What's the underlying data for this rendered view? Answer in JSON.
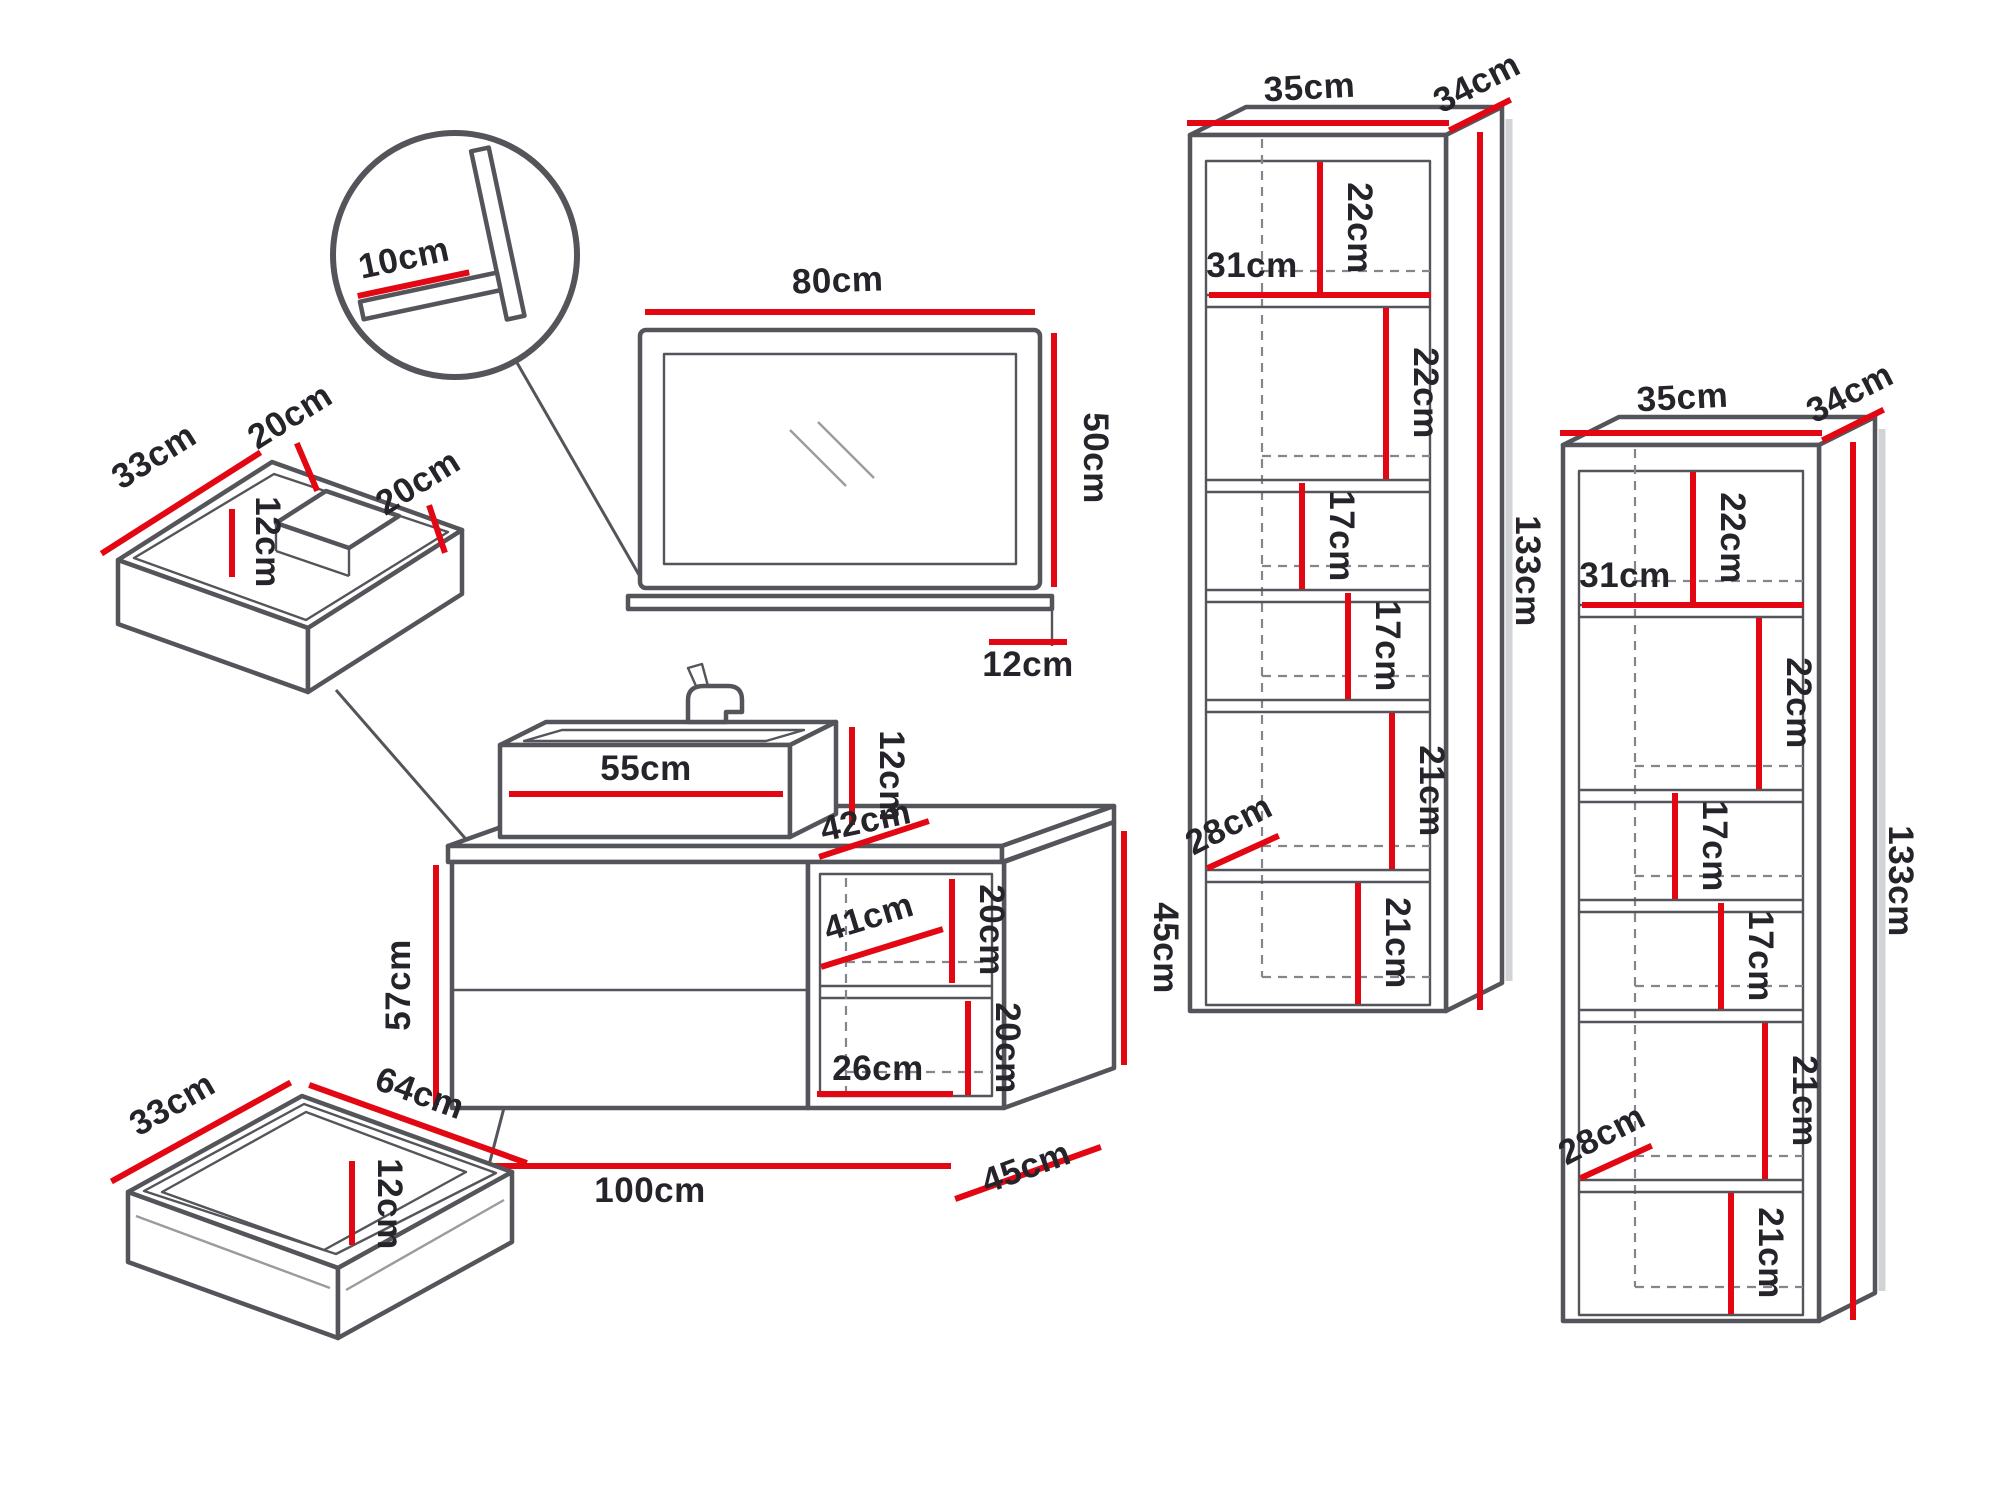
{
  "diagram": {
    "unit": "cm",
    "colors": {
      "dimension": "#e30613",
      "outline": "#54555a",
      "label": "#26242a",
      "background": "#ffffff"
    },
    "detail_circle": {
      "shelf_thickness": "10cm"
    },
    "mirror": {
      "width": "80cm",
      "height": "50cm",
      "shelf_depth": "12cm"
    },
    "sink_drawer": {
      "depth": "33cm",
      "rear_section_width": "20cm",
      "height": "12cm",
      "front_section_width": "20cm"
    },
    "vanity": {
      "basin_width": "55cm",
      "basin_height": "12cm",
      "top_depth": "42cm",
      "cabinet_height": "57cm",
      "niche_width": "41cm",
      "niche_upper_height": "20cm",
      "niche_lower_height": "20cm",
      "niche_bottom_width": "26cm",
      "side_height": "45cm",
      "total_width": "100cm",
      "total_depth": "45cm"
    },
    "bottom_drawer": {
      "depth": "33cm",
      "width": "64cm",
      "height": "12cm"
    },
    "tall_cabinet": {
      "width": "35cm",
      "depth": "34cm",
      "height": "133cm",
      "top_section": "22cm",
      "inner_width": "31cm",
      "second_section": "22cm",
      "mid_section_a": "17cm",
      "mid_section_b": "17cm",
      "lower_section_a": "21cm",
      "base_depth": "28cm",
      "lower_section_b": "21cm"
    }
  }
}
